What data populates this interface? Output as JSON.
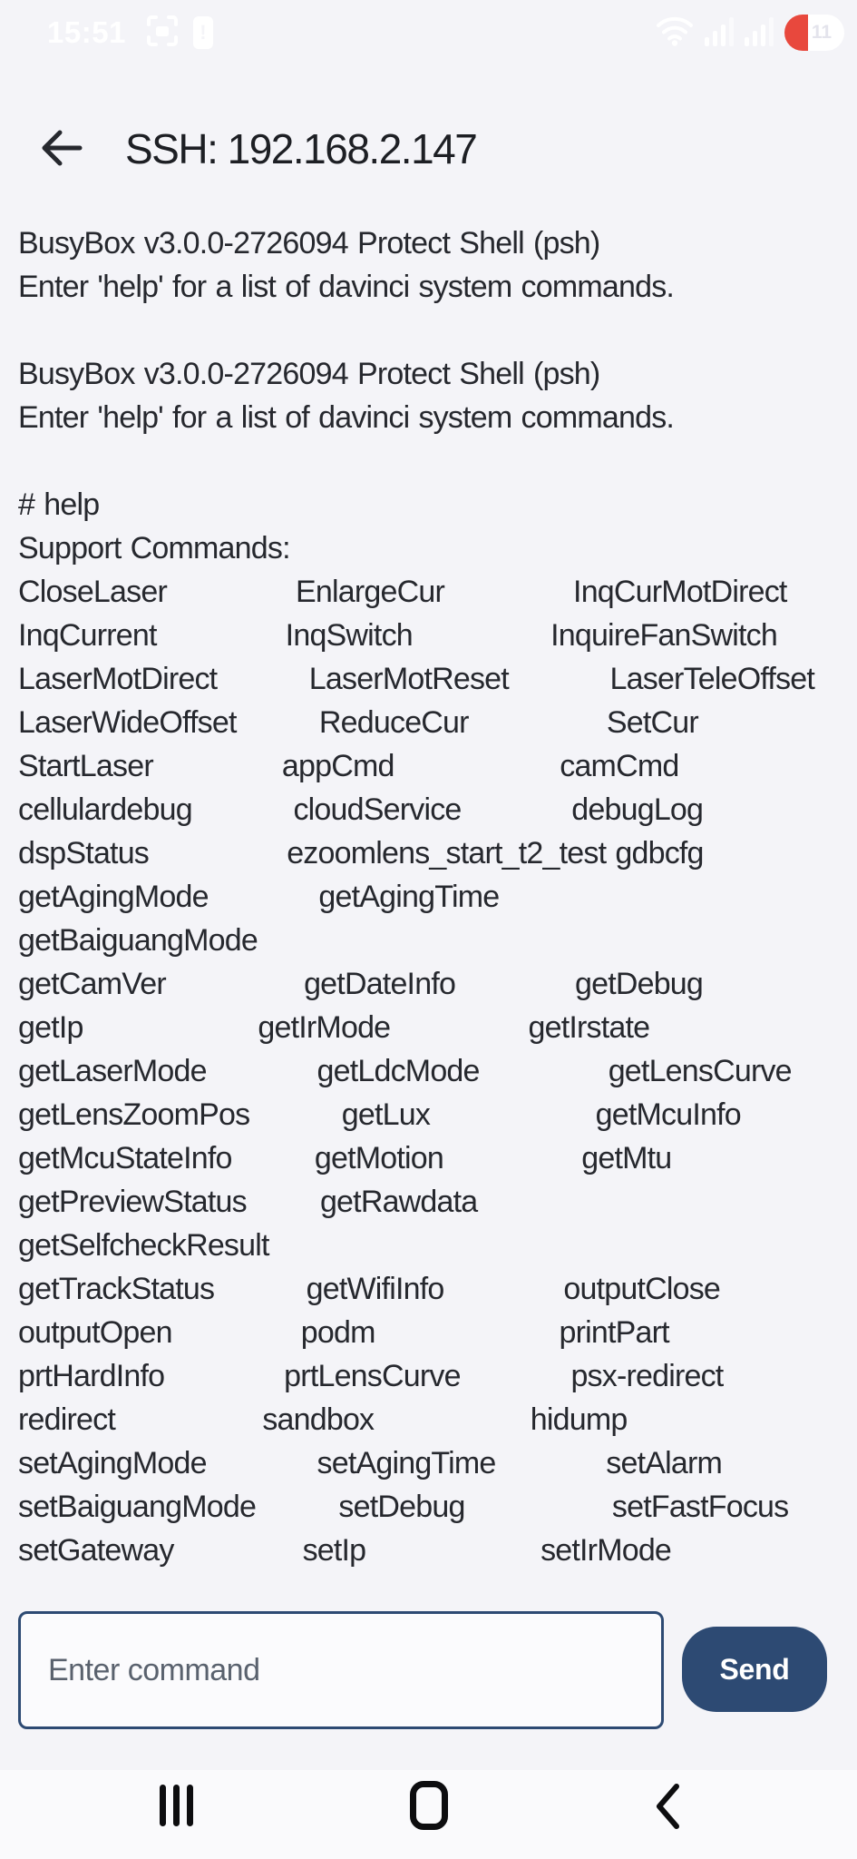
{
  "status_bar": {
    "time": "15:51",
    "left_icons": [
      "screen-capture-icon",
      "battery-alert-icon"
    ],
    "right_icons": [
      "wifi-icon",
      "cellular-signal-icon",
      "cellular-signal-icon",
      "battery-icon"
    ],
    "battery_percent": "11",
    "battery_alert_mark": "!"
  },
  "header": {
    "back_icon": "arrow-left-icon",
    "title": "SSH: 192.168.2.147"
  },
  "terminal": {
    "lines": [
      "BusyBox v3.0.0-2726094 Protect Shell (psh)",
      "Enter 'help' for a list of davinci system commands.",
      "",
      "BusyBox v3.0.0-2726094 Protect Shell (psh)",
      "Enter 'help' for a list of davinci system commands.",
      "",
      "# help",
      "Support Commands:",
      "CloseLaser              EnlargeCur              InqCurMotDirect",
      "InqCurrent              InqSwitch               InquireFanSwitch",
      "LaserMotDirect          LaserMotReset           LaserTeleOffset",
      "LaserWideOffset         ReduceCur               SetCur",
      "StartLaser              appCmd                  camCmd",
      "cellulardebug           cloudService            debugLog",
      "dspStatus               ezoomlens_start_t2_test gdbcfg",
      "getAgingMode            getAgingTime",
      "getBaiguangMode",
      "getCamVer               getDateInfo             getDebug",
      "getIp                   getIrMode               getIrstate",
      "getLaserMode            getLdcMode              getLensCurve",
      "getLensZoomPos          getLux                  getMcuInfo",
      "getMcuStateInfo         getMotion               getMtu",
      "getPreviewStatus        getRawdata",
      "getSelfcheckResult",
      "getTrackStatus          getWifiInfo             outputClose",
      "outputOpen              podm                    printPart",
      "prtHardInfo             prtLensCurve            psx-redirect",
      "redirect                sandbox                 hidump",
      "setAgingMode            setAgingTime            setAlarm",
      "setBaiguangMode         setDebug                setFastFocus",
      "setGateway              setIp                   setIrMode"
    ]
  },
  "composer": {
    "placeholder": "Enter command",
    "send_label": "Send"
  },
  "nav_bar": {
    "items": [
      "recents-icon",
      "home-icon",
      "back-icon"
    ]
  },
  "colors": {
    "accent_navy": "#2d4a73",
    "battery_red": "#e8483d",
    "background": "#f4f4f8",
    "nav_background": "#fafafc",
    "text_primary": "#26282e"
  }
}
